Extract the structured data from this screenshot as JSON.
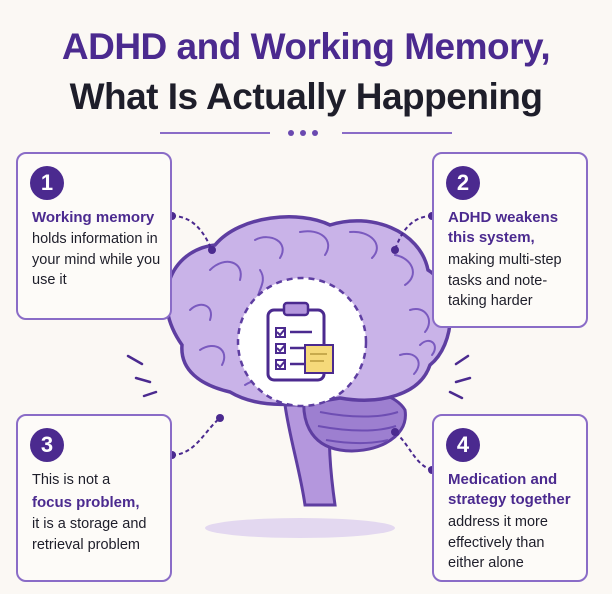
{
  "title": {
    "line1": "ADHD and Working Memory,",
    "line2": "What Is Actually Happening"
  },
  "colors": {
    "accent": "#4b2a8f",
    "brain": "#c9b3e8",
    "brain_outline": "#5e3ea1",
    "note": "#f5d97a"
  },
  "cards": [
    {
      "number": "1",
      "bold": "Working memory",
      "body": "holds information in your mind while you use it"
    },
    {
      "number": "2",
      "bold": "ADHD weakens this system,",
      "body": "making multi-step tasks and note-taking harder"
    },
    {
      "number": "3",
      "pre": "This is not a",
      "bold": "focus problem,",
      "body": "it is a storage and retrieval problem"
    },
    {
      "number": "4",
      "bold": "Medication and strategy together",
      "body": "address it more effectively than either alone"
    }
  ],
  "icons": [
    "brain-icon",
    "clipboard-checklist-icon",
    "sticky-note-icon"
  ]
}
